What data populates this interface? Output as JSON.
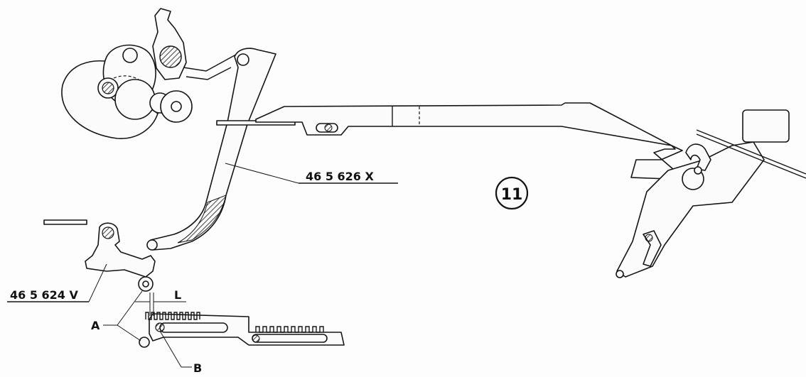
{
  "figure": {
    "number": "11",
    "labels": {
      "main_lever": "46 5 626 X",
      "lower_lever": "46 5 624 V",
      "clearance": "L",
      "point_a": "A",
      "point_b": "B"
    }
  },
  "colors": {
    "ink": "#151515",
    "paper": "#fdfdfd"
  }
}
